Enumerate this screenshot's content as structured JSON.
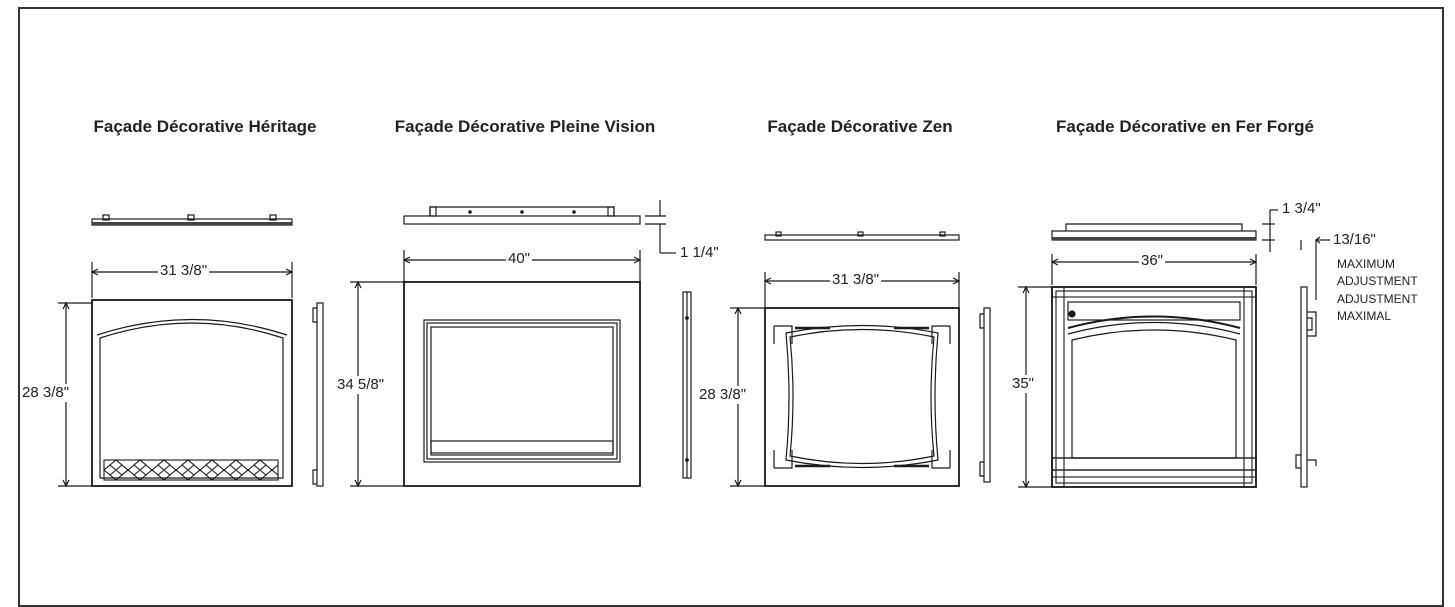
{
  "products": [
    {
      "title": "Façade Décorative Héritage",
      "width": "31 3/8\"",
      "height": "28 3/8\""
    },
    {
      "title": "Façade Décorative Pleine Vision",
      "width": "40\"",
      "height": "34 5/8\"",
      "depth": "1 1/4\""
    },
    {
      "title": "Façade Décorative Zen",
      "width": "31 3/8\"",
      "height": "28 3/8\""
    },
    {
      "title": "Façade Décorative en Fer Forgé",
      "width": "36\"",
      "height": "35\"",
      "depth": "1 3/4\"",
      "adjustment": "13/16\"",
      "adjustment_label_en_1": "MAXIMUM",
      "adjustment_label_en_2": "ADJUSTMENT",
      "adjustment_label_fr_1": "ADJUSTMENT",
      "adjustment_label_fr_2": "MAXIMAL"
    }
  ]
}
